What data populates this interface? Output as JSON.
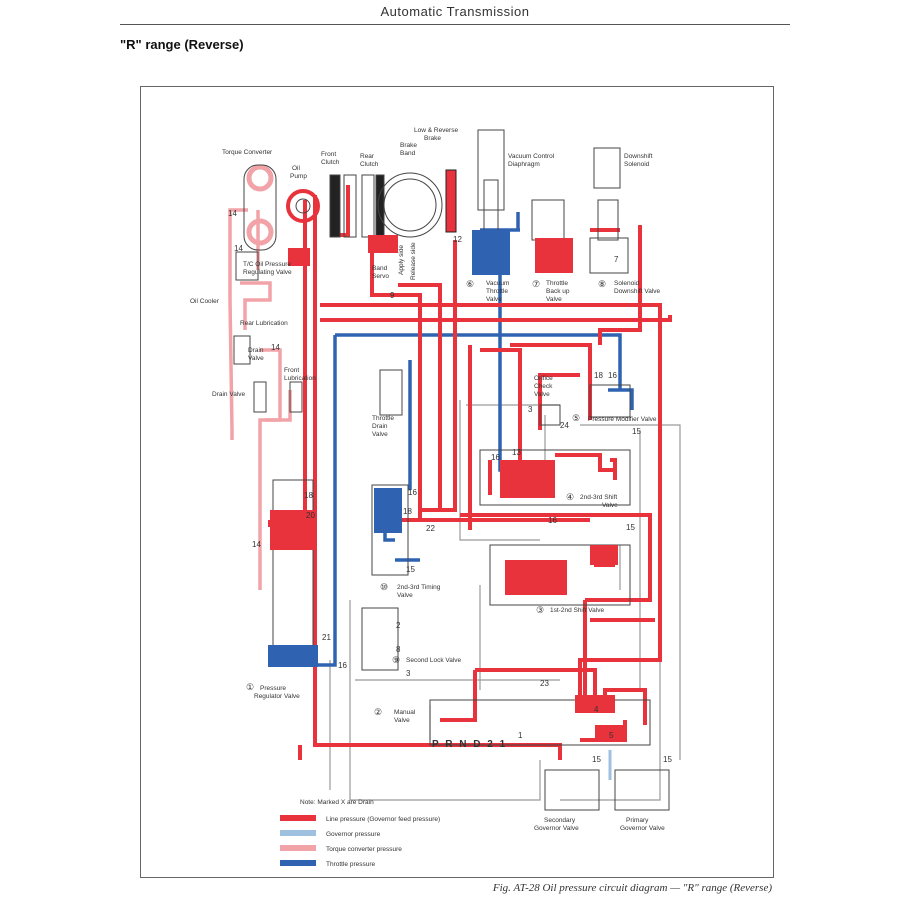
{
  "header": {
    "title": "Automatic Transmission",
    "subtitle": "\"R\" range (Reverse)"
  },
  "caption": "Fig. AT-28  Oil pressure circuit diagram — \"R\" range (Reverse)",
  "colors": {
    "line": "#e8323c",
    "governor": "#9ec1df",
    "torque_converter": "#f2a3a8",
    "throttle": "#2f63b2",
    "drain": "#999999"
  },
  "components": {
    "torque_converter": "Torque Converter",
    "oil_pump": [
      "Oil",
      "Pump"
    ],
    "front_clutch": [
      "Front",
      "Clutch"
    ],
    "rear_clutch": [
      "Rear",
      "Clutch"
    ],
    "low_reverse_brake": [
      "Low & Reverse",
      "Brake"
    ],
    "brake_band": [
      "Brake",
      "Band"
    ],
    "band_servo": [
      "Band",
      "Servo"
    ],
    "apply_side": "Apply side",
    "release_side": "Release side",
    "vacuum_diaphragm": [
      "Vacuum Control",
      "Diaphragm"
    ],
    "downshift_solenoid": [
      "Downshift",
      "Solenoid"
    ],
    "tc_regulating_valve": [
      "T/C Oil Pressure",
      "Regulating Valve"
    ],
    "oil_cooler": "Oil Cooler",
    "rear_lubrication": "Rear Lubrication",
    "drain_valve_1": [
      "Drain",
      "Valve"
    ],
    "drain_valve_2": "Drain Valve",
    "front_lubrication": [
      "Front",
      "Lubrication"
    ],
    "throttle_drain_valve": [
      "Throttle",
      "Drain",
      "Valve"
    ],
    "orifice_check_valve": [
      "Orifice",
      "Check",
      "Valve"
    ],
    "secondary_governor": [
      "Secondary",
      "Governor Valve"
    ],
    "primary_governor": [
      "Primary",
      "Governor Valve"
    ],
    "gear_positions": "P R N D 2 1"
  },
  "valves": [
    {
      "num": "①",
      "name": [
        "Pressure",
        "Regulator Valve"
      ]
    },
    {
      "num": "②",
      "name": [
        "Manual",
        "Valve"
      ]
    },
    {
      "num": "③",
      "name": [
        "1st-2nd Shift Valve"
      ]
    },
    {
      "num": "④",
      "name": [
        "2nd-3rd Shift",
        "Valve"
      ]
    },
    {
      "num": "⑤",
      "name": [
        "Pressure Modifier Valve"
      ]
    },
    {
      "num": "⑥",
      "name": [
        "Vacuum",
        "Throttle",
        "Valve"
      ]
    },
    {
      "num": "⑦",
      "name": [
        "Throttle",
        "Back up",
        "Valve"
      ]
    },
    {
      "num": "⑧",
      "name": [
        "Solenoid",
        "Downshift Valve"
      ]
    },
    {
      "num": "⑨",
      "name": [
        "Second Lock Valve"
      ]
    },
    {
      "num": "⑩",
      "name": [
        "2nd-3rd Timing",
        "Valve"
      ]
    }
  ],
  "port_numbers": [
    "14",
    "14",
    "14",
    "18",
    "20",
    "14",
    "21",
    "16",
    "9",
    "12",
    "16",
    "18",
    "22",
    "16",
    "13",
    "3",
    "24",
    "15",
    "15",
    "16",
    "2",
    "8",
    "15",
    "3",
    "1",
    "7",
    "23",
    "4",
    "5",
    "15",
    "15",
    "18",
    "16"
  ],
  "legend": {
    "note": "Note:  Marked X are Drain",
    "items": [
      {
        "label": "Line pressure (Governor feed pressure)",
        "color": "#e8323c"
      },
      {
        "label": "Governor pressure",
        "color": "#9ec1df"
      },
      {
        "label": "Torque converter pressure",
        "color": "#f2a3a8"
      },
      {
        "label": "Throttle pressure",
        "color": "#2f63b2"
      }
    ]
  }
}
